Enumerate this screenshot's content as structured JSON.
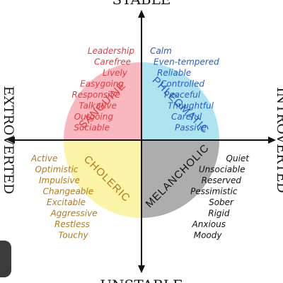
{
  "axes": {
    "top": "STABLE",
    "bottom": "UNSTABLE",
    "left": "EXTROVERTED",
    "right": "INTROVERTED"
  },
  "colors": {
    "sanguine": "#f7b9bf",
    "phlegmatic": "#aee4ef",
    "choleric": "#fbf3a6",
    "melancholic": "#adadad",
    "sanguine_text": "#e03a40",
    "phlegmatic_text": "#2a5bc8",
    "choleric_text": "#b07a1a",
    "melancholic_text": "#111111"
  },
  "quadrants": {
    "sanguine": {
      "name": "SANGUINE",
      "traits": [
        "Leadership",
        "Carefree",
        "Lively",
        "Easygoing",
        "Responsive",
        "Talkative",
        "Outgoing",
        "Sociable"
      ]
    },
    "phlegmatic": {
      "name": "PHLEGMATIC",
      "traits": [
        "Calm",
        "Even-tempered",
        "Reliable",
        "Controlled",
        "Peaceful",
        "Thoughtful",
        "Careful",
        "Passive"
      ]
    },
    "choleric": {
      "name": "CHOLERIC",
      "traits": [
        "Active",
        "Optimistic",
        "Impulsive",
        "Changeable",
        "Excitable",
        "Aggressive",
        "Restless",
        "Touchy"
      ]
    },
    "melancholic": {
      "name": "MELANCHOLIC",
      "traits": [
        "Quiet",
        "Unsociable",
        "Reserved",
        "Pessimistic",
        "Sober",
        "Rigid",
        "Anxious",
        "Moody"
      ]
    }
  }
}
